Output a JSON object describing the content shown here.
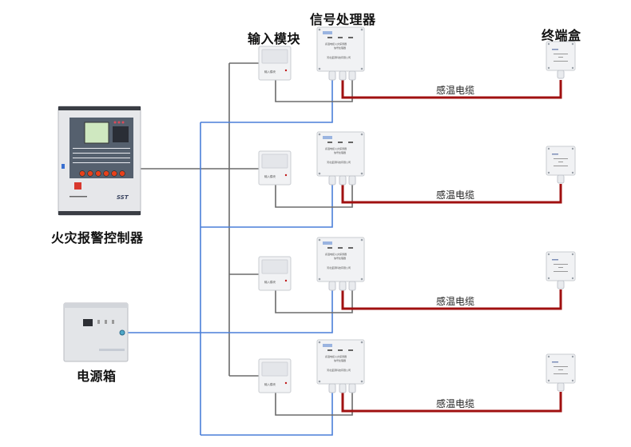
{
  "diagram": {
    "title_labels": {
      "controller": "火灾报警控制器",
      "power_box": "电源箱",
      "input_module": "输入模块",
      "signal_processor": "信号处理器",
      "terminal_box": "终端盒"
    },
    "cable_label": "感温电缆",
    "controller_brand": "SST",
    "input_module_face_text": "输入模块",
    "signal_processor_text": {
      "line1": "感温电缆火灾探测器",
      "line2": "信号处理器",
      "company": "河北盛源科技有限公司"
    },
    "branches": [
      {
        "id": 1,
        "cable_label": "感温电缆"
      },
      {
        "id": 2,
        "cable_label": "感温电缆"
      },
      {
        "id": 3,
        "cable_label": "感温电缆"
      },
      {
        "id": 4,
        "cable_label": "感温电缆"
      }
    ],
    "colors": {
      "bus_wire": "#6b6b6b",
      "power_wire": "#4a7fd8",
      "cable": "#a01010",
      "device_body": "#f1f2f4"
    }
  }
}
